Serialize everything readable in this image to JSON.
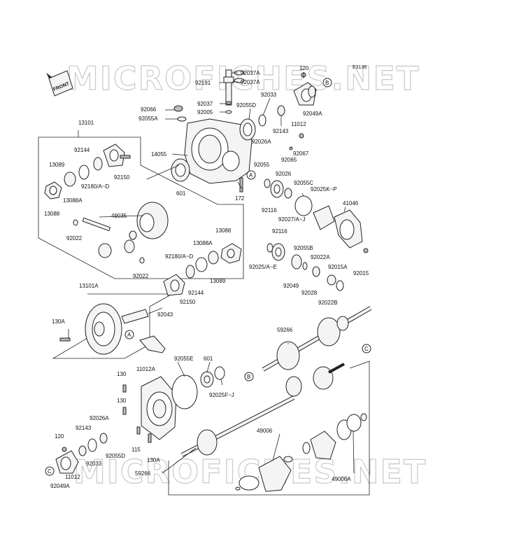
{
  "drawing_code": "E3136",
  "front_tag": "FRONT",
  "watermarks": [
    "MICROFICHES.NET",
    "MICROFICHES.NET"
  ],
  "callouts": {
    "A": "A",
    "B": "B",
    "C": "C"
  },
  "labels": {
    "p92037A_1": "92037A",
    "p92037A_2": "92037A",
    "p92191": "92191",
    "p120_a": "120",
    "p92037": "92037",
    "p92066": "92066",
    "p92005": "92005",
    "p92055A": "92055A",
    "p92055D_top": "92055D",
    "p92033_top": "92033",
    "p92049A_top": "92049A",
    "p11012_top": "11012",
    "p92143_top": "92143",
    "p92026A_top": "92026A",
    "p92067": "92067",
    "p92065": "92065",
    "p13101": "13101",
    "p14055": "14055",
    "p601_top": "601",
    "p172": "172",
    "p92144_top": "92144",
    "p13089_top": "13089",
    "p92150_top": "92150",
    "p92180_top": "92180/A~D",
    "p13088A_top": "13088A",
    "p13088_top": "13088",
    "p49035": "49035",
    "p92022_a": "92022",
    "p92022_b": "92022",
    "p13088_r": "13088",
    "p13088A_r": "13088A",
    "p92180_r": "92180/A~D",
    "p13089_r": "13089",
    "p92144_r": "92144",
    "p92150_r": "92150",
    "p92055_r": "92055",
    "p92026_r": "92026",
    "p92055C": "92055C",
    "p92025KP": "92025K~P",
    "p41046": "41046",
    "p92116_a": "92116",
    "p92027": "92027/A~J",
    "p92116_b": "92116",
    "p92055B": "92055B",
    "p92022A": "92022A",
    "p92015A": "92015A",
    "p92015": "92015",
    "p92025AE": "92025/A~E",
    "p92049": "92049",
    "p92028": "92028",
    "p92022B": "92022B",
    "p13101A": "13101A",
    "p130A_top": "130A",
    "p92043": "92043",
    "p59266_top": "59266",
    "p92055E": "92055E",
    "p601_bot": "601",
    "p92025FJ": "92025F~J",
    "p11012A": "11012A",
    "p130_a": "130",
    "p130_b": "130",
    "p92026A_bot": "92026A",
    "p92143_bot": "92143",
    "p120_b": "120",
    "p92033_bot": "92033",
    "p92055D_bot": "92055D",
    "p115": "115",
    "p130A_bot": "130A",
    "p11012_bot": "11012",
    "p92049A_bot": "92049A",
    "p49006": "49006",
    "p49006A": "49006A",
    "p59266_bot": "59266"
  }
}
